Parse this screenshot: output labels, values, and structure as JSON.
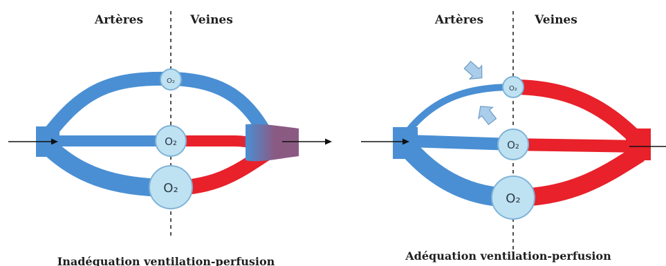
{
  "panels": [
    {
      "arteries_label": "Artères",
      "veins_label": "Veines",
      "caption": "Inadéquation ventilation-perfusion",
      "alveoli": [
        "O₂",
        "O₂",
        "O₂"
      ]
    },
    {
      "arteries_label": "Artères",
      "veins_label": "Veines",
      "caption": "Adéquation ventilation-perfusion",
      "alveoli": [
        "O₂",
        "O₂",
        "O₂"
      ]
    }
  ],
  "colors": {
    "arterial_blue": "#4a8fd4",
    "venous_red": "#e8212a",
    "mixed_purple": "#8b5a83",
    "alveolus_fill": "#bfe2f2",
    "alveolus_stroke": "#7fb3d8",
    "airflow_arrow": "#a9cdea"
  }
}
